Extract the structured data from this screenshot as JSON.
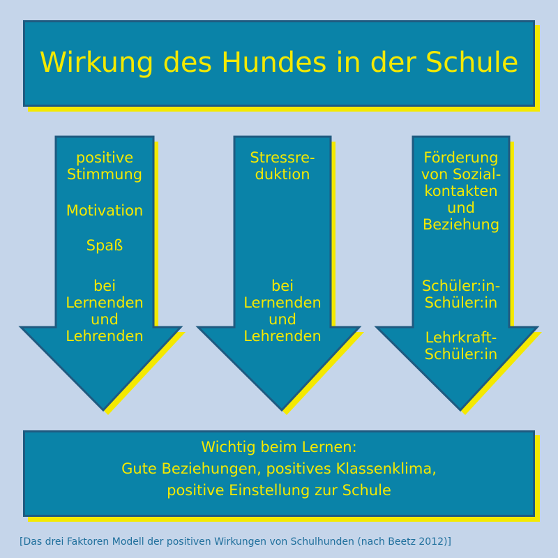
{
  "title": "Wirkung des Hundes in der Schule",
  "colors": {
    "background": "#c5d5ea",
    "box_fill": "#0a83a8",
    "box_border": "#1f5a80",
    "accent_yellow": "#f4e900",
    "caption": "#1f6f9c"
  },
  "arrows": [
    {
      "top_lines": [
        "positive",
        "Stimmung"
      ],
      "middle_lines": [
        "Motivation"
      ],
      "middle2_lines": [
        "Spaß"
      ],
      "bottom_lines": [
        "bei",
        "Lernenden",
        "und",
        "Lehrenden"
      ]
    },
    {
      "top_lines": [
        "Stressre-",
        "duktion"
      ],
      "bottom_lines": [
        "bei",
        "Lernenden",
        "und",
        "Lehrenden"
      ]
    },
    {
      "top_lines": [
        "Förderung",
        "von Sozial-",
        "kontakten",
        "und",
        "Beziehung"
      ],
      "middle_lines": [
        "Schüler:in-",
        "Schüler:in"
      ],
      "bottom_lines": [
        "Lehrkraft-",
        "Schüler:in"
      ]
    }
  ],
  "bottom": {
    "line1": "Wichtig beim Lernen:",
    "line2": "Gute Beziehungen, positives Klassenklima,",
    "line3": "positive Einstellung zur Schule"
  },
  "caption": "[Das drei Faktoren Modell der positiven Wirkungen von Schulhunden (nach Beetz 2012)]"
}
